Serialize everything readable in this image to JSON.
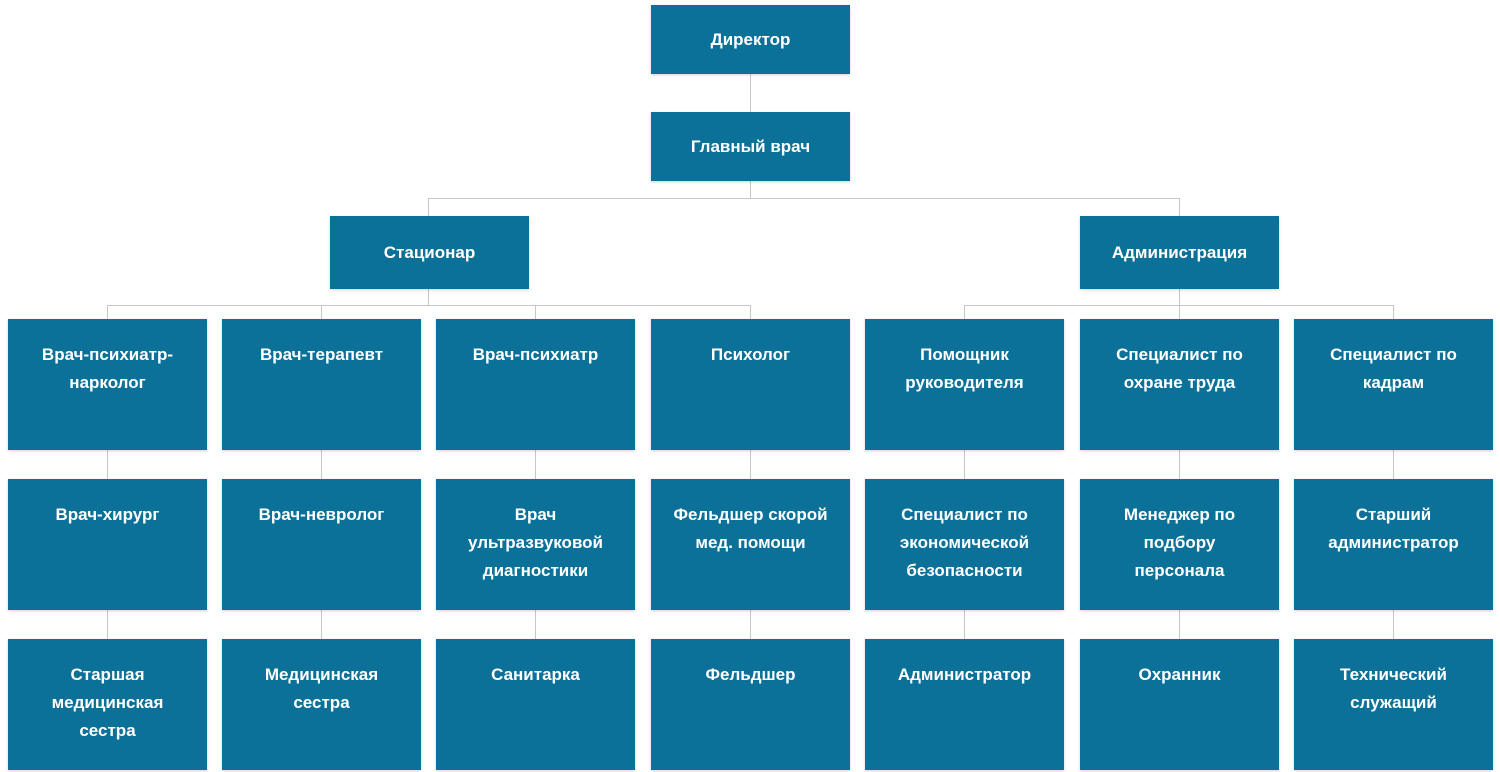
{
  "chart_data": {
    "type": "diagram",
    "diagram_kind": "organizational-chart",
    "title": "",
    "orientation": "top-down",
    "node_fill_color": "#0c7198",
    "node_text_color": "#ffffff",
    "connector_color": "#c6c6c6",
    "background_color": "#ffffff",
    "levels": 5,
    "nodes": [
      {
        "id": "director",
        "label": "Директор",
        "level": 0,
        "parent": null
      },
      {
        "id": "chief-doctor",
        "label": "Главный врач",
        "level": 1,
        "parent": "director"
      },
      {
        "id": "hospital",
        "label": "Стационар",
        "level": 2,
        "parent": "chief-doctor"
      },
      {
        "id": "administration",
        "label": "Администрация",
        "level": 2,
        "parent": "chief-doctor"
      },
      {
        "id": "psychiatrist-narcologist",
        "label": "Врач-психиатр-\nнарколог",
        "level": 3,
        "parent": "hospital"
      },
      {
        "id": "therapist",
        "label": "Врач-терапевт",
        "level": 3,
        "parent": "hospital"
      },
      {
        "id": "psychiatrist",
        "label": "Врач-психиатр",
        "level": 3,
        "parent": "hospital"
      },
      {
        "id": "psychologist",
        "label": "Психолог",
        "level": 3,
        "parent": "hospital"
      },
      {
        "id": "assistant-manager",
        "label": "Помощник\nруководителя",
        "level": 3,
        "parent": "administration"
      },
      {
        "id": "labor-safety-specialist",
        "label": "Специалист по\nохране труда",
        "level": 3,
        "parent": "administration"
      },
      {
        "id": "hr-specialist",
        "label": "Специалист по\nкадрам",
        "level": 3,
        "parent": "administration"
      },
      {
        "id": "surgeon",
        "label": "Врач-хирург",
        "level": 4,
        "parent": "psychiatrist-narcologist"
      },
      {
        "id": "neurologist",
        "label": "Врач-невролог",
        "level": 4,
        "parent": "therapist"
      },
      {
        "id": "ultrasound-doctor",
        "label": "Врач\nультразвуковой\nдиагностики",
        "level": 4,
        "parent": "psychiatrist"
      },
      {
        "id": "emergency-paramedic",
        "label": "Фельдшер скорой\nмед. помощи",
        "level": 4,
        "parent": "psychologist"
      },
      {
        "id": "economic-security-specialist",
        "label": "Специалист по\nэкономической\nбезопасности",
        "level": 4,
        "parent": "assistant-manager"
      },
      {
        "id": "recruitment-manager",
        "label": "Менеджер по\nподбору\nперсонала",
        "level": 4,
        "parent": "labor-safety-specialist"
      },
      {
        "id": "senior-administrator",
        "label": "Старший\nадминистратор",
        "level": 4,
        "parent": "hr-specialist"
      },
      {
        "id": "head-nurse",
        "label": "Старшая\nмедицинская\nсестра",
        "level": 5,
        "parent": "surgeon"
      },
      {
        "id": "nurse",
        "label": "Медицинская\nсестра",
        "level": 5,
        "parent": "neurologist"
      },
      {
        "id": "orderly",
        "label": "Санитарка",
        "level": 5,
        "parent": "ultrasound-doctor"
      },
      {
        "id": "paramedic",
        "label": "Фельдшер",
        "level": 5,
        "parent": "emergency-paramedic"
      },
      {
        "id": "administrator",
        "label": "Администратор",
        "level": 5,
        "parent": "economic-security-specialist"
      },
      {
        "id": "security-guard",
        "label": "Охранник",
        "level": 5,
        "parent": "recruitment-manager"
      },
      {
        "id": "technical-staff",
        "label": "Технический\nслужащий",
        "level": 5,
        "parent": "senior-administrator"
      }
    ]
  },
  "nodes": {
    "director": "Директор",
    "chief_doctor": "Главный врач",
    "hospital": "Стационар",
    "administration": "Администрация",
    "psychiatrist_narcologist": "Врач-психиатр-\nнарколог",
    "therapist": "Врач-терапевт",
    "psychiatrist": "Врач-психиатр",
    "psychologist": "Психолог",
    "assistant_manager": "Помощник\nруководителя",
    "labor_safety_specialist": "Специалист по\nохране труда",
    "hr_specialist": "Специалист по\nкадрам",
    "surgeon": "Врач-хирург",
    "neurologist": "Врач-невролог",
    "ultrasound_doctor": "Врач\nультразвуковой\nдиагностики",
    "emergency_paramedic": "Фельдшер скорой\nмед. помощи",
    "economic_security_specialist": "Специалист по\nэкономической\nбезопасности",
    "recruitment_manager": "Менеджер по\nподбору\nперсонала",
    "senior_administrator": "Старший\nадминистратор",
    "head_nurse": "Старшая\nмедицинская\nсестра",
    "nurse": "Медицинская\nсестра",
    "orderly": "Санитарка",
    "paramedic": "Фельдшер",
    "administrator": "Администратор",
    "security_guard": "Охранник",
    "technical_staff": "Технический\nслужащий"
  }
}
